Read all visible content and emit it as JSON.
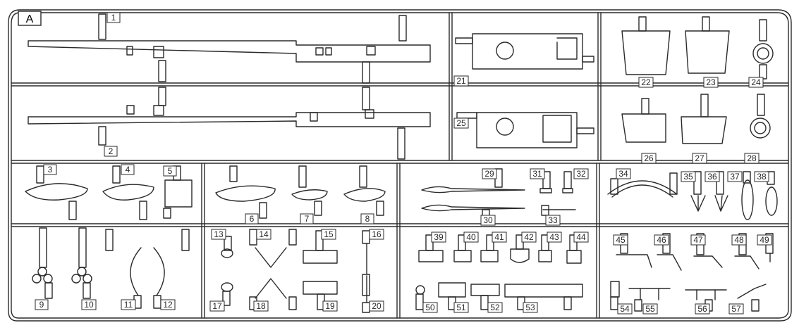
{
  "sheet": {
    "label": "A"
  },
  "parts": [
    {
      "id": "p1",
      "num": "1"
    },
    {
      "id": "p2",
      "num": "2"
    },
    {
      "id": "p3",
      "num": "3"
    },
    {
      "id": "p4",
      "num": "4"
    },
    {
      "id": "p5",
      "num": "5"
    },
    {
      "id": "p6",
      "num": "6"
    },
    {
      "id": "p7",
      "num": "7"
    },
    {
      "id": "p8",
      "num": "8"
    },
    {
      "id": "p9",
      "num": "9"
    },
    {
      "id": "p10",
      "num": "10"
    },
    {
      "id": "p11",
      "num": "11"
    },
    {
      "id": "p12",
      "num": "12"
    },
    {
      "id": "p13",
      "num": "13"
    },
    {
      "id": "p14",
      "num": "14"
    },
    {
      "id": "p15",
      "num": "15"
    },
    {
      "id": "p16",
      "num": "16"
    },
    {
      "id": "p17",
      "num": "17"
    },
    {
      "id": "p18",
      "num": "18"
    },
    {
      "id": "p19",
      "num": "19"
    },
    {
      "id": "p20",
      "num": "20"
    },
    {
      "id": "p21",
      "num": "21"
    },
    {
      "id": "p22",
      "num": "22"
    },
    {
      "id": "p23",
      "num": "23"
    },
    {
      "id": "p24",
      "num": "24"
    },
    {
      "id": "p25",
      "num": "25"
    },
    {
      "id": "p26",
      "num": "26"
    },
    {
      "id": "p27",
      "num": "27"
    },
    {
      "id": "p28",
      "num": "28"
    },
    {
      "id": "p29",
      "num": "29"
    },
    {
      "id": "p30",
      "num": "30"
    },
    {
      "id": "p31",
      "num": "31"
    },
    {
      "id": "p32",
      "num": "32"
    },
    {
      "id": "p33",
      "num": "33"
    },
    {
      "id": "p34",
      "num": "34"
    },
    {
      "id": "p35",
      "num": "35"
    },
    {
      "id": "p36",
      "num": "36"
    },
    {
      "id": "p37",
      "num": "37"
    },
    {
      "id": "p38",
      "num": "38"
    },
    {
      "id": "p39",
      "num": "39"
    },
    {
      "id": "p40",
      "num": "40"
    },
    {
      "id": "p41",
      "num": "41"
    },
    {
      "id": "p42",
      "num": "42"
    },
    {
      "id": "p43",
      "num": "43"
    },
    {
      "id": "p44",
      "num": "44"
    },
    {
      "id": "p45",
      "num": "45"
    },
    {
      "id": "p46",
      "num": "46"
    },
    {
      "id": "p47",
      "num": "47"
    },
    {
      "id": "p48",
      "num": "48"
    },
    {
      "id": "p49",
      "num": "49"
    },
    {
      "id": "p50",
      "num": "50"
    },
    {
      "id": "p51",
      "num": "51"
    },
    {
      "id": "p52",
      "num": "52"
    },
    {
      "id": "p53",
      "num": "53"
    },
    {
      "id": "p54",
      "num": "54"
    },
    {
      "id": "p55",
      "num": "55"
    },
    {
      "id": "p56",
      "num": "56"
    },
    {
      "id": "p57",
      "num": "57"
    }
  ],
  "colors": {
    "line": "#2a2a2a",
    "label_bg": "#ffffff",
    "paper": "#ffffff"
  }
}
